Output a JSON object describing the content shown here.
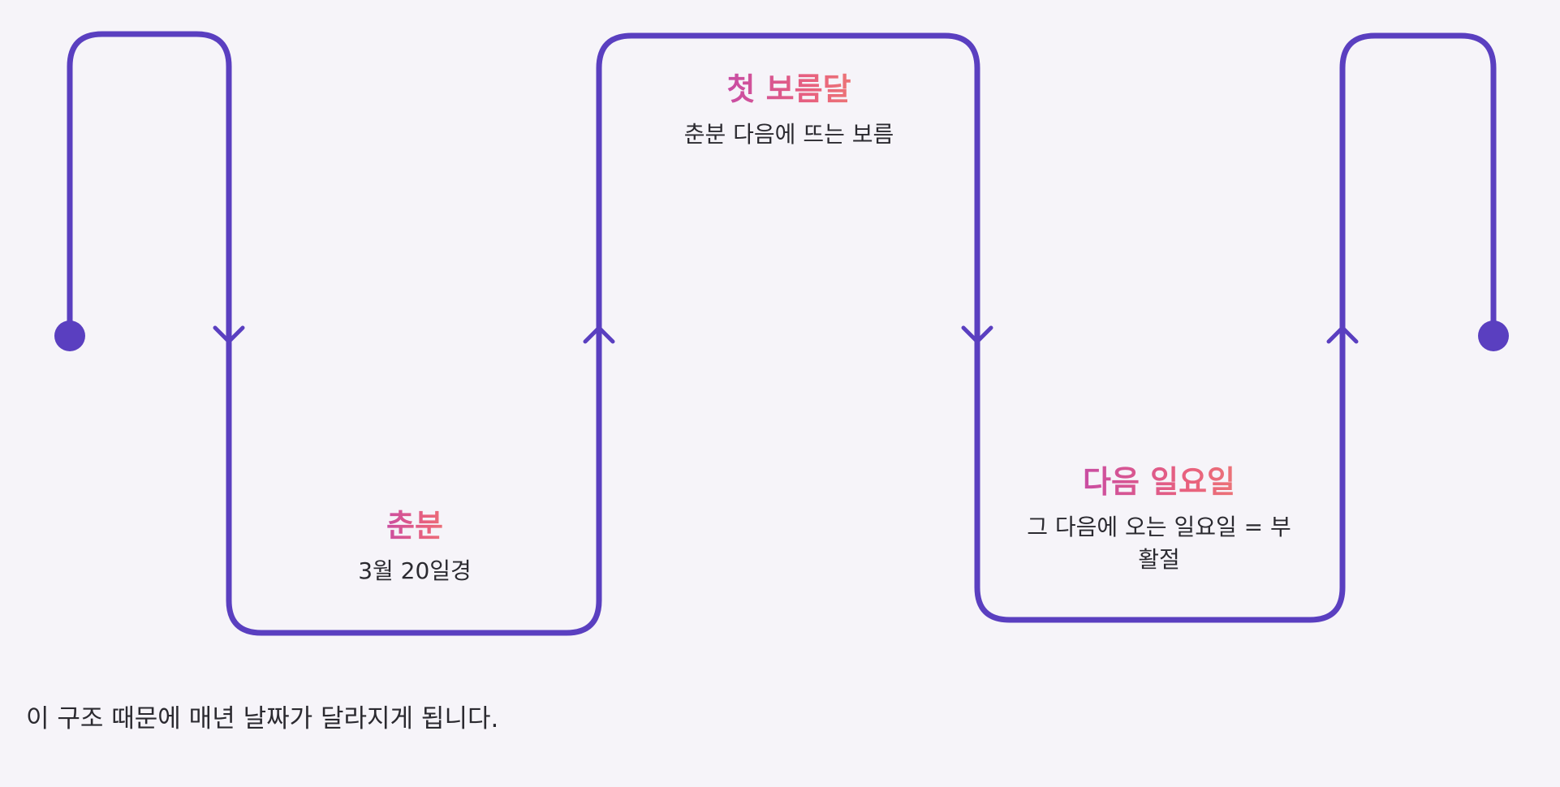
{
  "diagram": {
    "steps": [
      {
        "title": "춘분",
        "desc": "3월 20일경"
      },
      {
        "title": "첫 보름달",
        "desc": "춘분 다음에 뜨는 보름"
      },
      {
        "title": "다음 일요일",
        "desc": "그 다음에 오는 일요일 = 부활절"
      }
    ],
    "line_color": "#5a3fc0"
  },
  "footer": {
    "note": "이 구조 때문에 매년 날짜가 달라지게 됩니다."
  }
}
